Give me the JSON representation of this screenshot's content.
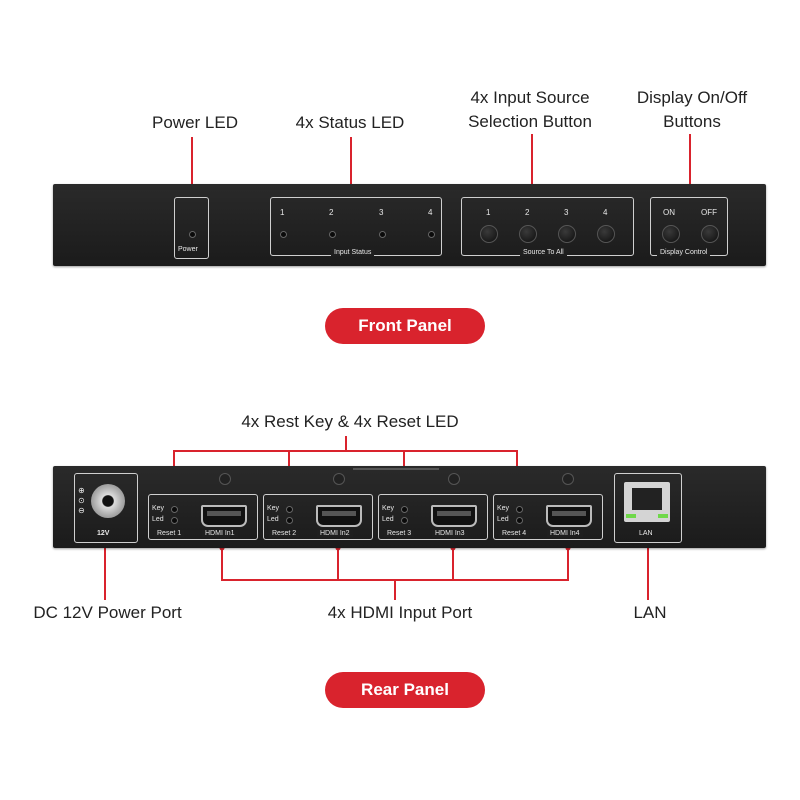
{
  "front": {
    "callouts": {
      "power_led": "Power LED",
      "status_led": "4x Status LED",
      "input_source_line1": "4x Input Source",
      "input_source_line2": "Selection Button",
      "display_line1": "Display On/Off",
      "display_line2": "Buttons"
    },
    "device": {
      "power_label": "Power",
      "input_status_label": "Input Status",
      "source_to_all_label": "Source To All",
      "display_control_label": "Display Control",
      "status_numbers": [
        "1",
        "2",
        "3",
        "4"
      ],
      "source_numbers": [
        "1",
        "2",
        "3",
        "4"
      ],
      "on_label": "ON",
      "off_label": "OFF"
    },
    "panel_title": "Front Panel"
  },
  "rear": {
    "callouts": {
      "reset": "4x Rest Key & 4x Reset LED",
      "dc_power": "DC 12V Power Port",
      "hdmi": "4x HDMI Input Port",
      "lan": "LAN"
    },
    "device": {
      "power_port_label": "12V",
      "key_label": "Key",
      "led_label": "Led",
      "reset_labels": [
        "Reset 1",
        "Reset 2",
        "Reset 3",
        "Reset 4"
      ],
      "hdmi_labels": [
        "HDMI In1",
        "HDMI In2",
        "HDMI In3",
        "HDMI In4"
      ],
      "lan_label": "LAN"
    },
    "panel_title": "Rear Panel"
  },
  "colors": {
    "accent": "#d9232d",
    "device_body": "#1e1e1e",
    "text": "#222222"
  }
}
